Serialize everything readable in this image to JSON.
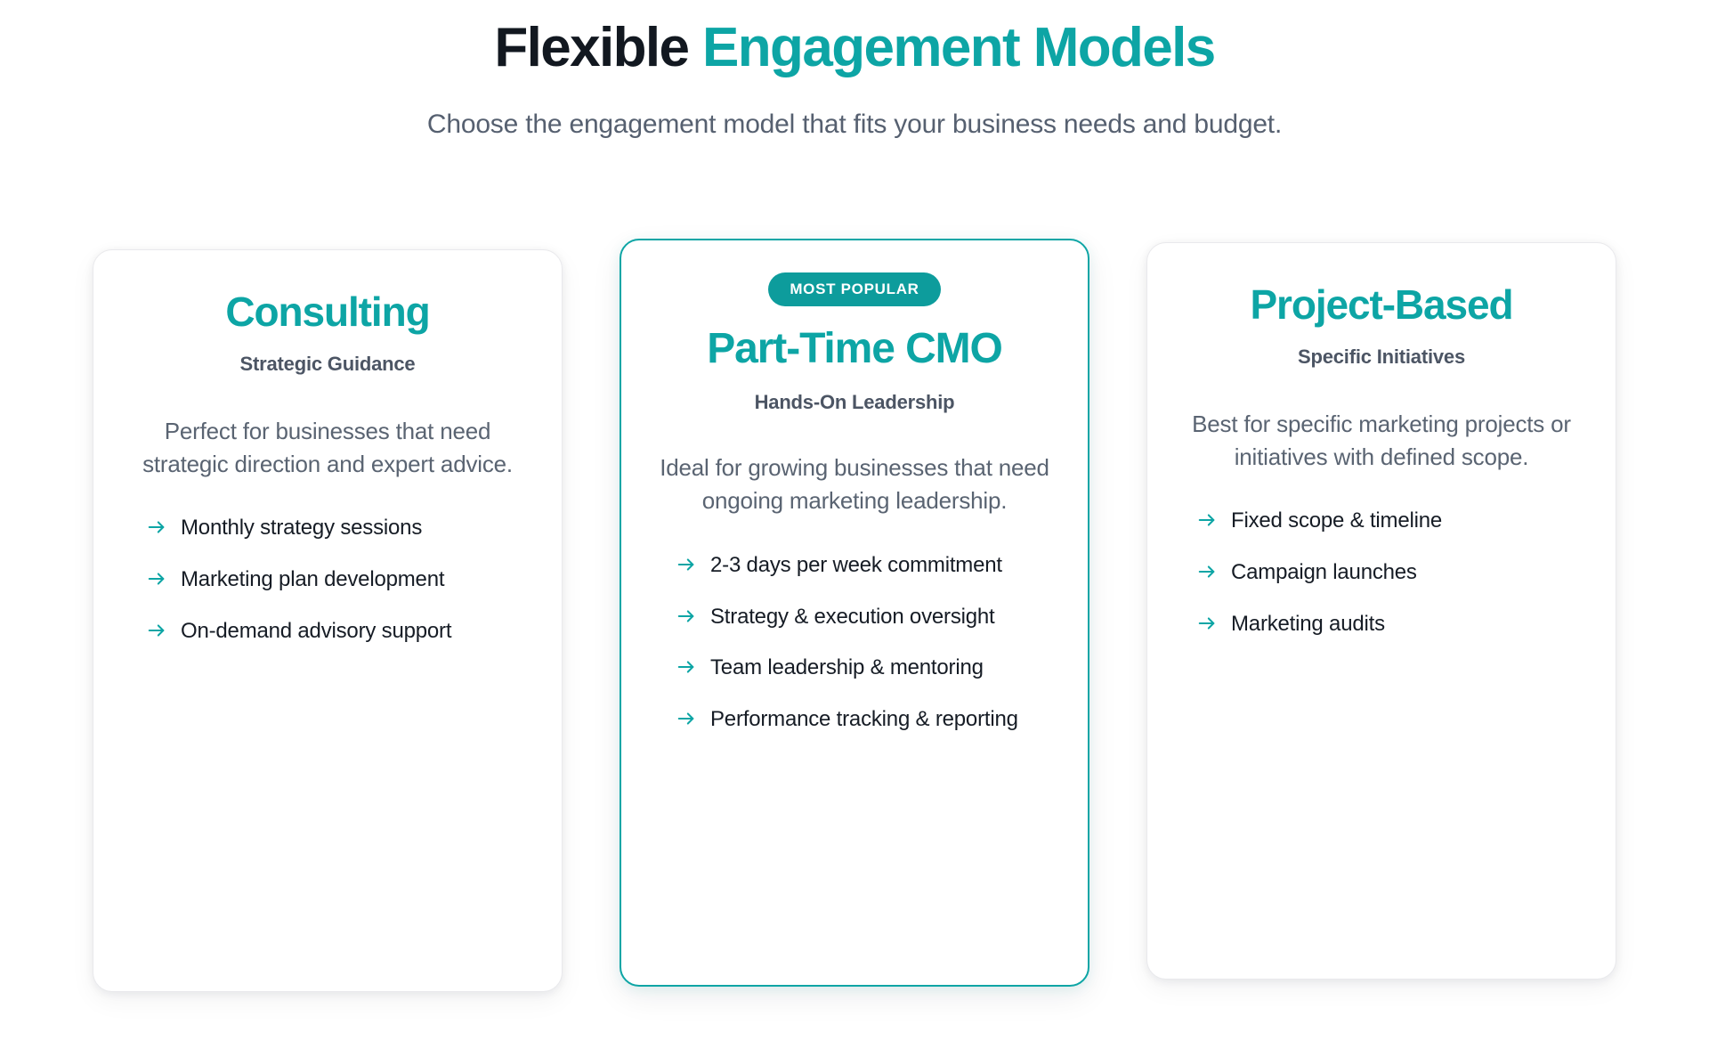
{
  "header": {
    "title_part1": "Flexible ",
    "title_part2": "Engagement Models",
    "subtitle": "Choose the engagement model that fits your business needs and budget."
  },
  "colors": {
    "accent_teal": "#0DA5A5",
    "badge_teal": "#0D9C9C",
    "title_dark": "#121820",
    "body_gray": "#5A6472",
    "subtitle_gray": "#4C5564",
    "card_border": "#e9e9ec"
  },
  "cards": [
    {
      "title": "Consulting",
      "subtitle": "Strategic Guidance",
      "description": "Perfect for businesses that need strategic direction and expert advice.",
      "featured": false,
      "badge": null,
      "features": [
        "Monthly strategy sessions",
        "Marketing plan development",
        "On-demand advisory support"
      ]
    },
    {
      "title": "Part-Time CMO",
      "subtitle": "Hands-On Leadership",
      "description": "Ideal for growing businesses that need ongoing marketing leadership.",
      "featured": true,
      "badge": "MOST POPULAR",
      "features": [
        "2-3 days per week commitment",
        "Strategy & execution oversight",
        "Team leadership & mentoring",
        "Performance tracking & reporting"
      ]
    },
    {
      "title": "Project-Based",
      "subtitle": "Specific Initiatives",
      "description": "Best for specific marketing projects or initiatives with defined scope.",
      "featured": false,
      "badge": null,
      "features": [
        "Fixed scope & timeline",
        "Campaign launches",
        "Marketing audits"
      ]
    }
  ],
  "icons": {
    "arrow": "arrow-right-icon"
  }
}
